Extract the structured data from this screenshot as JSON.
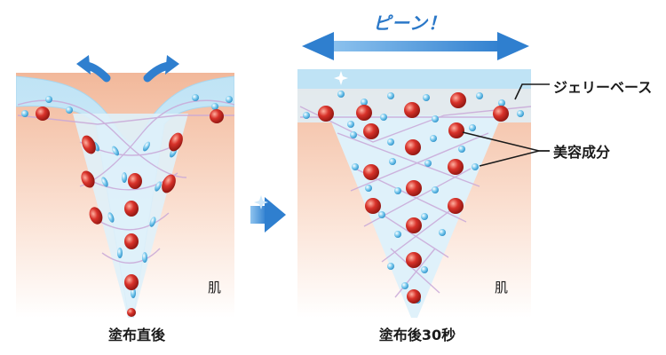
{
  "panels": {
    "before": {
      "caption": "塗布直後",
      "skin_label": "肌"
    },
    "after": {
      "caption": "塗布後30秒",
      "skin_label": "肌"
    }
  },
  "callouts": {
    "jelly_base": "ジェリーベース",
    "cosmetic_ingredient": "美容成分"
  },
  "stretch_label": "ピーン！",
  "colors": {
    "skin": "#f6c6ae",
    "jelly": "#d2ecf7",
    "jelly_top": "#bfe3f5",
    "network": "#c9a8d8",
    "ingredient_red": "#d8322a",
    "ingredient_blue": "#5bb7e3",
    "arrow_blue": "#2f7fcf"
  },
  "icons": [
    "up-left-arrow-icon",
    "up-right-arrow-icon",
    "right-arrow-icon",
    "double-arrow-icon",
    "sparkle-icon"
  ]
}
